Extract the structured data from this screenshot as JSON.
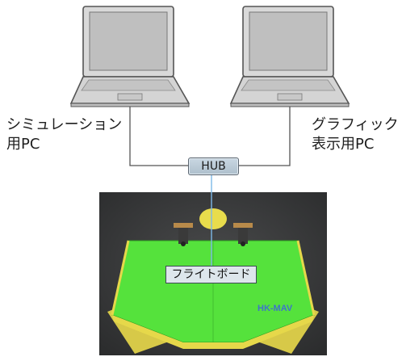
{
  "diagram": {
    "nodes": {
      "simulation_pc": {
        "label_line1": "シミュレーション",
        "label_line2": "用PC"
      },
      "graphics_pc": {
        "label_line1": "グラフィック",
        "label_line2": "表示用PC"
      },
      "hub": {
        "label": "HUB"
      },
      "flight_board": {
        "label": "フライトボード"
      }
    },
    "photo": {
      "marking": "HK-MAV"
    },
    "colors": {
      "wing_body": "#4fe63a",
      "wing_edge": "#e6d84a",
      "background": "#36383a",
      "wire": "#555555"
    }
  }
}
